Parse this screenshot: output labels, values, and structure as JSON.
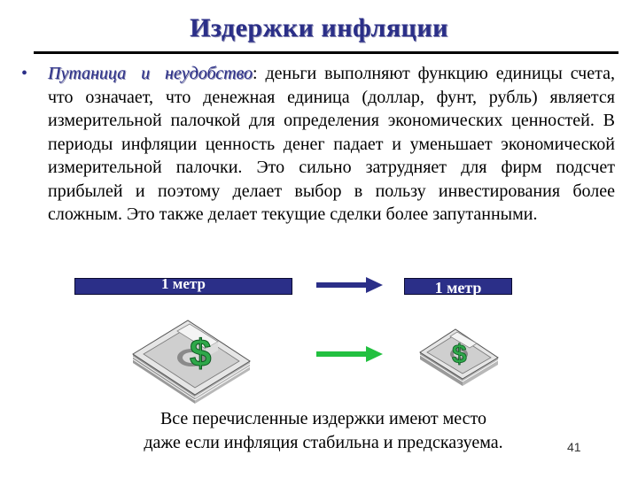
{
  "slide": {
    "title": "Издержки инфляции",
    "bullet_symbol": "•",
    "term": "Путаница и неудобство",
    "body_text": ": деньги выполняют функцию единицы счета, что означает, что денежная единица (доллар, фунт, рубль) является измерительной палочкой для определения экономических ценностей. В периоды инфляции ценность денег падает и уменьшает экономической измерительной палочки. Это сильно затрудняет для фирм подсчет прибылей и поэтому делает выбор в пользу инвестирования более сложным. Это также делает текущие сделки более запутанными.",
    "ruler_left_label": "1 метр",
    "ruler_right_label": "1 метр",
    "caption_line1": "Все перечисленные издержки имеют место",
    "caption_line2": "даже если инфляция стабильна и предсказуема.",
    "page_number": "41"
  },
  "colors": {
    "accent": "#2b2f88",
    "arrow_blue": "#2b2f88",
    "arrow_green": "#22c040",
    "dollar_green": "#2ea84a"
  },
  "icons": [
    "money-stack-large-icon",
    "money-stack-small-icon",
    "arrow-right-icon"
  ]
}
